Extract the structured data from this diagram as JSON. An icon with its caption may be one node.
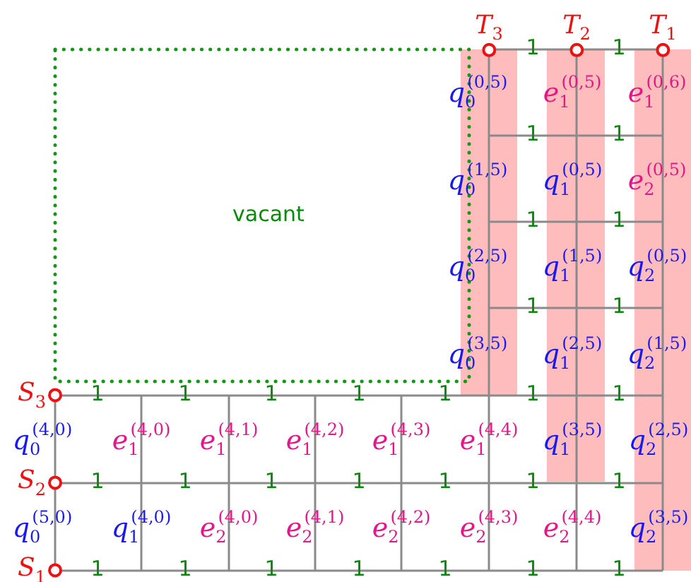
{
  "diagram": {
    "nodes": [
      {
        "text": [
          "T$_{3}$"
        ]
      },
      {
        "text": [
          "T$_{2}$"
        ]
      },
      {
        "text": [
          "T$_{1}$"
        ]
      },
      {
        "text": [
          "S$_{3}$"
        ]
      },
      {
        "text": [
          "S$_{2}$"
        ]
      },
      {
        "text": [
          "S$_{1}$"
        ]
      }
    ],
    "labels": [
      "1",
      "1",
      "q$_{0}$$^{(0,5)}$",
      "e$_{1}$$^{(0,5)}$",
      "e$_{1}$$^{(0,6)}$",
      "1",
      "1",
      "q$_{0}$$^{(1,5)}$",
      "q$_{1}$$^{(0,5)}$",
      "e$_{2}$$^{(0,5)}$",
      "vacant",
      "1",
      "1",
      "q$_{0}$$^{(2,5)}$",
      "q$_{1}$$^{(1,5)}$",
      "q$_{2}$$^{(0,5)}$",
      "1",
      "1",
      "q$_{0}$$^{(3,5)}$",
      "q$_{1}$$^{(2,5)}$",
      "q$_{2}$$^{(1,5)}$",
      "1",
      "1",
      "1",
      "1",
      "1",
      "1",
      "1",
      "q$_{0}$$^{(4,0)}$",
      "e$_{1}$$^{(4,0)}$",
      "e$_{1}$$^{(4,1)}$",
      "e$_{1}$$^{(4,2)}$",
      "e$_{1}$$^{(4,3)}$",
      "e$_{1}$$^{(4,4)}$",
      "q$_{1}$$^{(3,5)}$",
      "q$_{2}$$^{(2,5)}$",
      "1",
      "1",
      "1",
      "1",
      "1",
      "1",
      "1",
      "q$_{0}$$^{(5,0)}$",
      "q$_{1}$$^{(4,0)}$",
      "e$_{2}$$^{(4,0)}$",
      "e$_{2}$$^{(4,1)}$",
      "e$_{2}$$^{(4,2)}$",
      "e$_{2}$$^{(4,3)}$",
      "e$_{2}$$^{(4,4)}$",
      "q$_{2}$$^{(3,5)}$",
      "1",
      "1",
      "1",
      "1",
      "1",
      "1",
      "1"
    ]
  }
}
